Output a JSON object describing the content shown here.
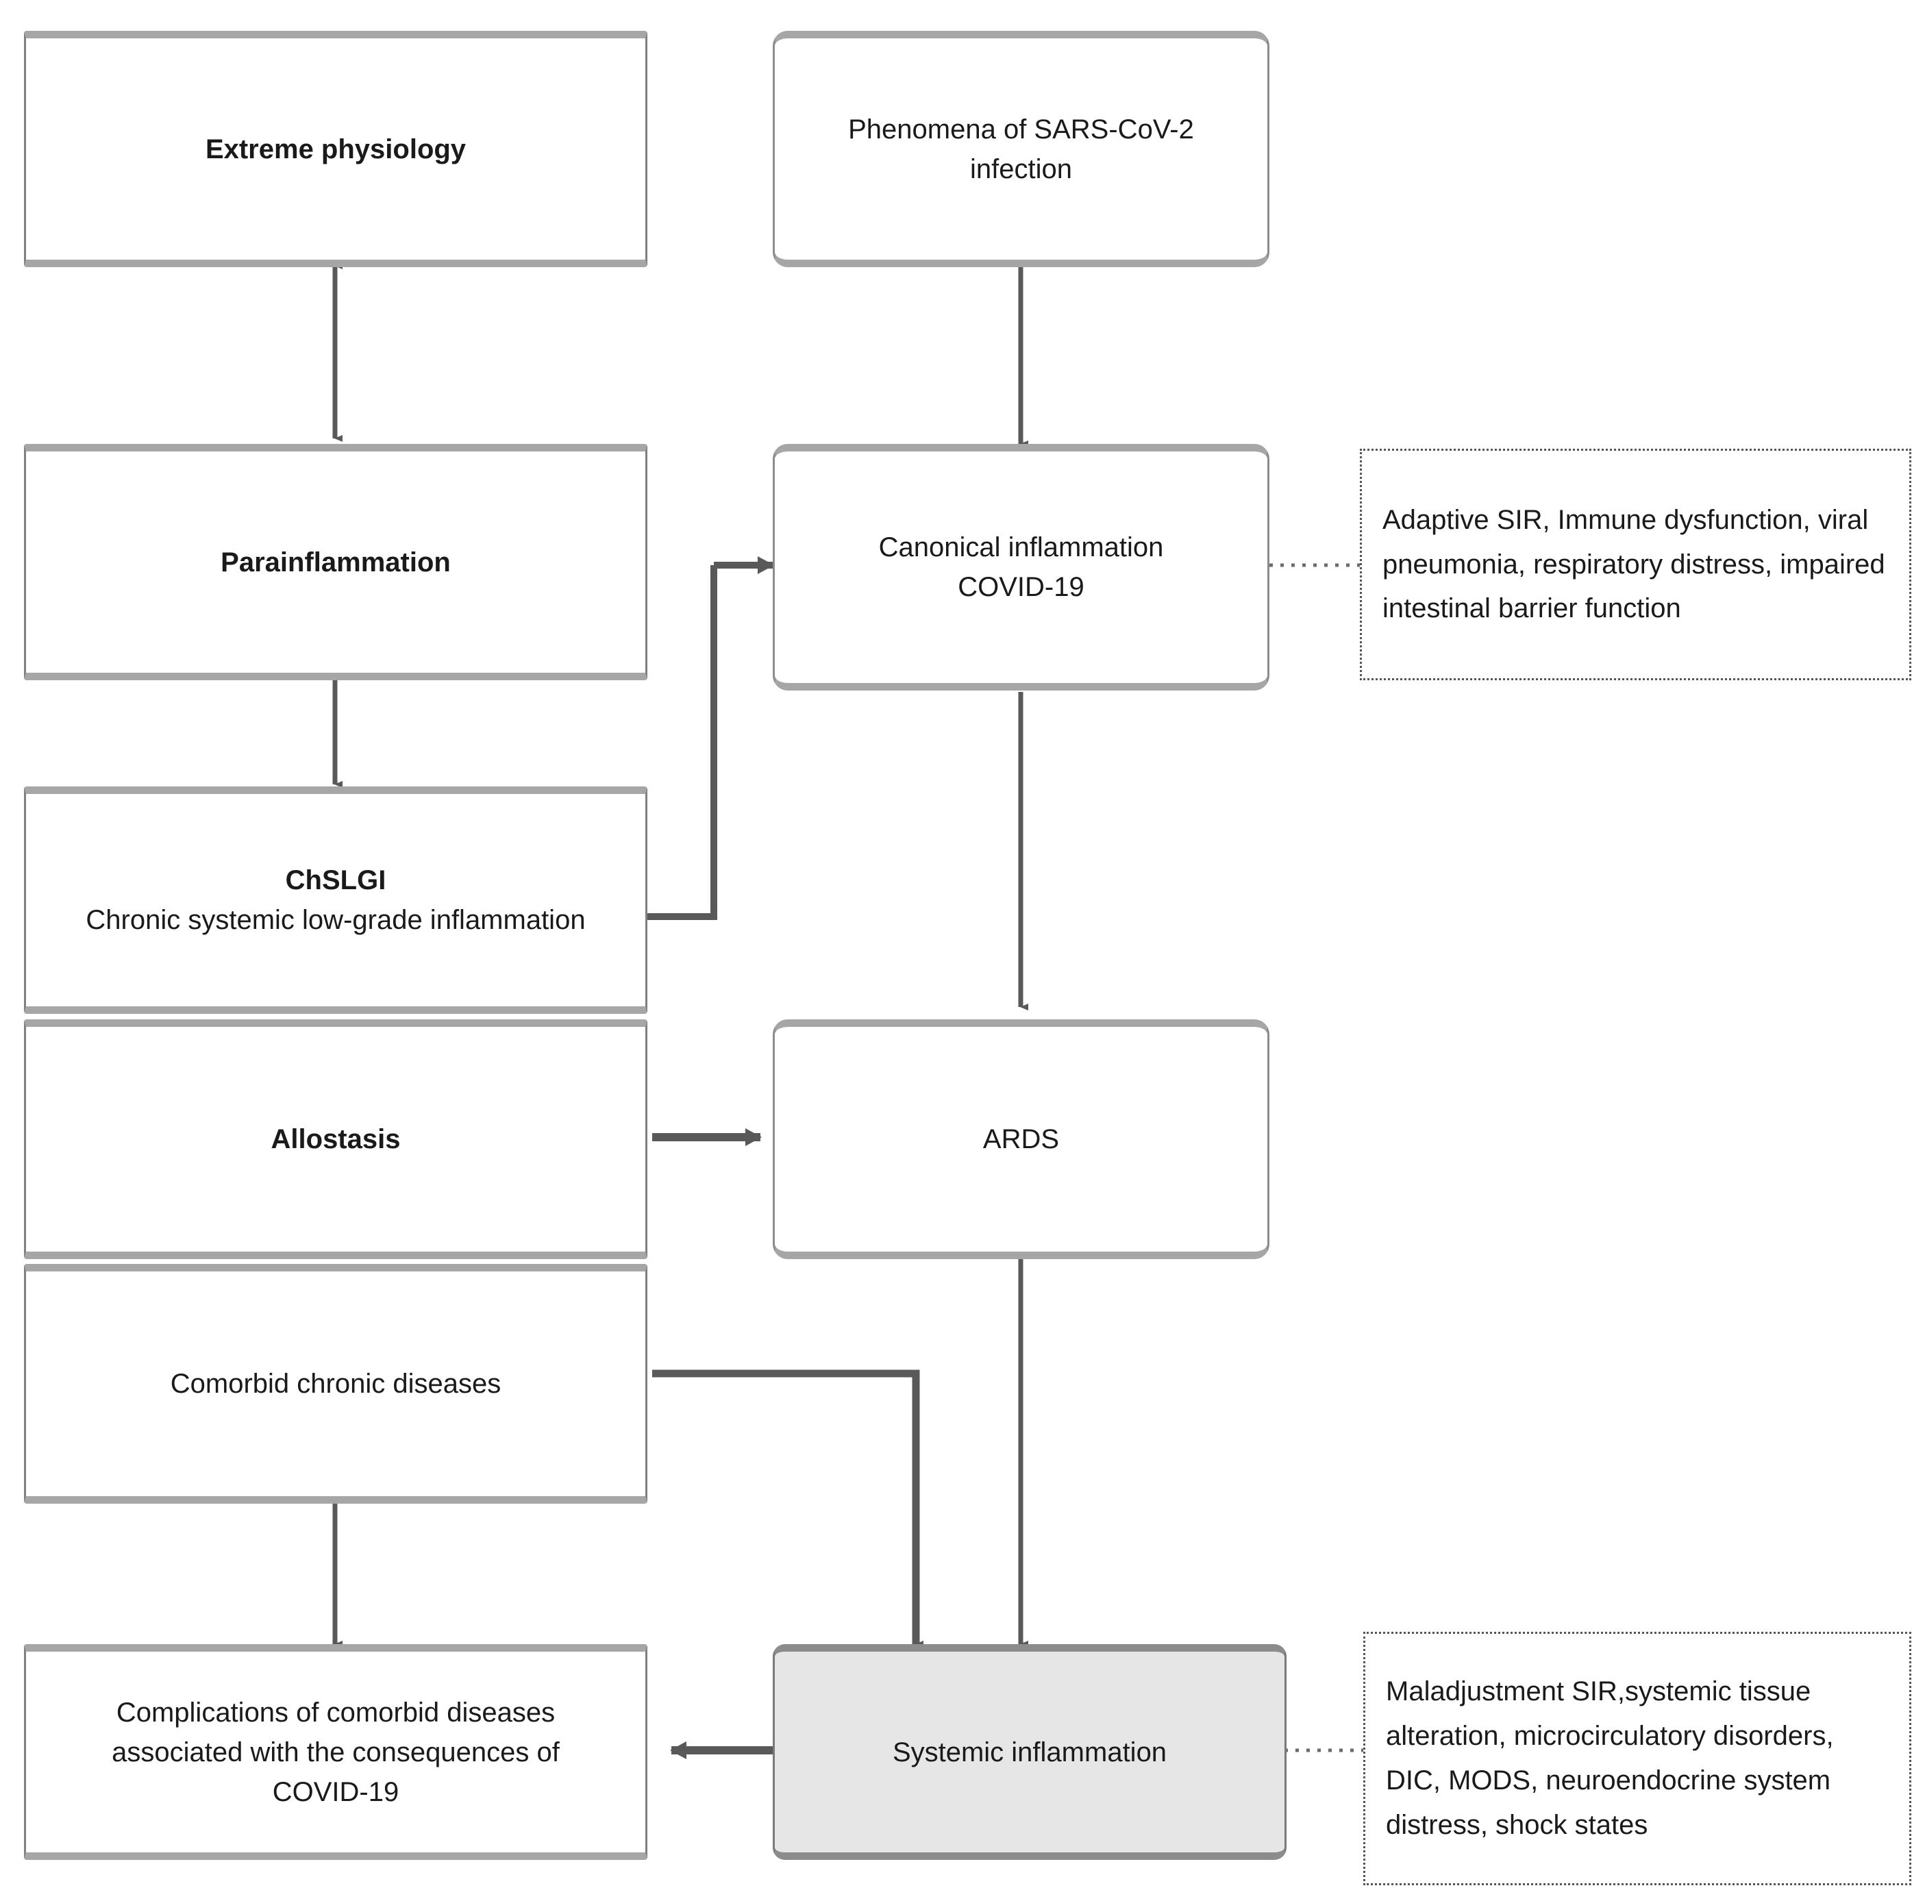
{
  "diagram": {
    "title_text": "",
    "colors": {
      "box_border": "#808080",
      "box_top_shadow": "#a6a6a6",
      "shaded_fill": "#e6e6e6",
      "connector": "#595959",
      "callout_border": "#555555",
      "text": "#1a1a1a"
    },
    "nodes": [
      {
        "id": "extreme-physiology",
        "label": "Extreme physiology",
        "bold": true,
        "shape": "rect",
        "fill": "white"
      },
      {
        "id": "phenomena-sars-cov-2",
        "label_line_1": "Phenomena of SARS-CoV-2",
        "label_line_2": "infection",
        "bold": false,
        "shape": "rounded",
        "fill": "white"
      },
      {
        "id": "parainflammation",
        "label": "Parainflammation",
        "bold": true,
        "shape": "rect",
        "fill": "white"
      },
      {
        "id": "canonical-inflammation",
        "label_line_1": "Canonical inflammation",
        "label_line_2": "COVID-19",
        "bold": false,
        "shape": "rounded",
        "fill": "white"
      },
      {
        "id": "chslgi",
        "label_line_1": "ChSLGI",
        "label_line_2": "Chronic systemic low-grade inflammation",
        "bold_line_1": true,
        "shape": "rect",
        "fill": "white"
      },
      {
        "id": "allostasis",
        "label": "Allostasis",
        "bold": true,
        "shape": "rect",
        "fill": "white"
      },
      {
        "id": "ards",
        "label": "ARDS",
        "bold": false,
        "shape": "rounded",
        "fill": "white"
      },
      {
        "id": "comorbid-chronic-diseases",
        "label": "Comorbid chronic diseases",
        "bold": false,
        "shape": "rect",
        "fill": "white"
      },
      {
        "id": "complications-comorbid",
        "label_line_1": "Complications of comorbid diseases",
        "label_line_2": "associated with the consequences of",
        "label_line_3": "COVID-19",
        "bold": false,
        "shape": "rect",
        "fill": "white"
      },
      {
        "id": "systemic-inflammation",
        "label": "Systemic inflammation",
        "bold": false,
        "shape": "rounded",
        "fill": "#e6e6e6"
      }
    ],
    "callouts": [
      {
        "id": "callout-canonical",
        "text": "Adaptive SIR, Immune dysfunction, viral pneumonia, respiratory distress, impaired intestinal barrier function"
      },
      {
        "id": "callout-systemic",
        "text": "Maladjustment SIR,systemic tissue alteration, microcirculatory disorders, DIC, MODS, neuroendocrine system distress, shock states"
      }
    ],
    "edges": [
      {
        "id": "edge-extreme-parainflammation",
        "from": "parainflammation",
        "to": "extreme-physiology",
        "style": "double-arrow"
      },
      {
        "id": "edge-phenomena-canonical",
        "from": "phenomena-sars-cov-2",
        "to": "canonical-inflammation",
        "style": "arrow"
      },
      {
        "id": "edge-parainflammation-chslgi",
        "from": "parainflammation",
        "to": "chslgi",
        "style": "arrow"
      },
      {
        "id": "edge-chslgi-canonical",
        "from": "chslgi",
        "to": "canonical-inflammation",
        "style": "elbow-arrow"
      },
      {
        "id": "edge-canonical-ards",
        "from": "canonical-inflammation",
        "to": "ards",
        "style": "arrow"
      },
      {
        "id": "edge-allostasis-ards",
        "from": "allostasis",
        "to": "ards",
        "style": "arrow"
      },
      {
        "id": "edge-comorbid-systemic",
        "from": "comorbid-chronic-diseases",
        "to": "systemic-inflammation",
        "style": "elbow-arrow"
      },
      {
        "id": "edge-comorbid-complications",
        "from": "comorbid-chronic-diseases",
        "to": "complications-comorbid",
        "style": "arrow"
      },
      {
        "id": "edge-ards-systemic",
        "from": "ards",
        "to": "systemic-inflammation",
        "style": "arrow"
      },
      {
        "id": "edge-systemic-complications",
        "from": "systemic-inflammation",
        "to": "complications-comorbid",
        "style": "arrow"
      },
      {
        "id": "edge-canonical-callout",
        "from": "canonical-inflammation",
        "to": "callout-canonical",
        "style": "dotted"
      },
      {
        "id": "edge-systemic-callout",
        "from": "systemic-inflammation",
        "to": "callout-systemic",
        "style": "dotted"
      }
    ]
  }
}
